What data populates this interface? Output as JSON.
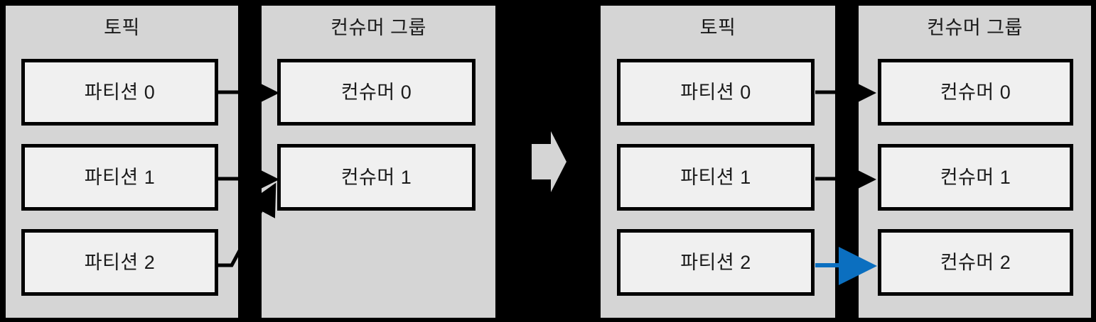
{
  "diagram": {
    "title": "Kafka consumer group rebalance",
    "type": "flow-diagram",
    "background_color": "#000000",
    "panel_color": "#d5d5d5",
    "node_fill_color": "#f0f0f0",
    "node_border_color": "#000000",
    "edge_color": "#000000",
    "highlight_edge_color": "#0b6fc0",
    "transition_arrow_color": "#d5d5d5"
  },
  "before": {
    "topic_panel": {
      "title": "토픽",
      "nodes": [
        {
          "label": "파티션 0"
        },
        {
          "label": "파티션 1"
        },
        {
          "label": "파티션 2"
        }
      ]
    },
    "consumer_panel": {
      "title": "컨슈머 그룹",
      "nodes": [
        {
          "label": "컨슈머 0"
        },
        {
          "label": "컨슈머 1"
        }
      ]
    },
    "edges": [
      {
        "from": "파티션 0",
        "to": "컨슈머 0",
        "color": "#000000",
        "style": "straight"
      },
      {
        "from": "파티션 1",
        "to": "컨슈머 1",
        "color": "#000000",
        "style": "straight"
      },
      {
        "from": "파티션 2",
        "to": "컨슈머 1",
        "color": "#000000",
        "style": "diagonal"
      }
    ]
  },
  "transition": {
    "icon": "block-arrow-right",
    "color": "#d5d5d5"
  },
  "after": {
    "topic_panel": {
      "title": "토픽",
      "nodes": [
        {
          "label": "파티션 0"
        },
        {
          "label": "파티션 1"
        },
        {
          "label": "파티션 2"
        }
      ]
    },
    "consumer_panel": {
      "title": "컨슈머 그룹",
      "nodes": [
        {
          "label": "컨슈머 0"
        },
        {
          "label": "컨슈머 1"
        },
        {
          "label": "컨슈머 2"
        }
      ]
    },
    "edges": [
      {
        "from": "파티션 0",
        "to": "컨슈머 0",
        "color": "#000000",
        "style": "straight"
      },
      {
        "from": "파티션 1",
        "to": "컨슈머 1",
        "color": "#000000",
        "style": "straight"
      },
      {
        "from": "파티션 2",
        "to": "컨슈머 2",
        "color": "#0b6fc0",
        "style": "straight"
      }
    ]
  }
}
